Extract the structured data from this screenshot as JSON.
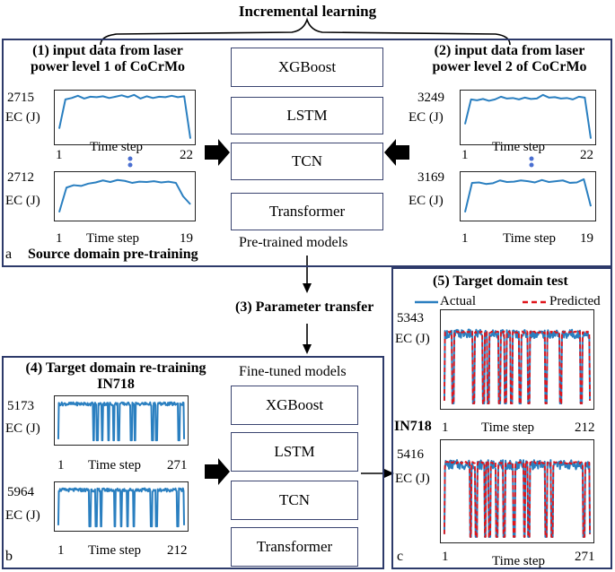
{
  "header": {
    "title": "Incremental learning"
  },
  "panel_a": {
    "letter": "a",
    "footer": "Source domain pre-training",
    "left_title_1": "(1) input data from laser",
    "left_title_2": "power level 1 of CoCrMo",
    "right_title_1": "(2) input data from laser",
    "right_title_2": "power level 2 of CoCrMo",
    "models": [
      "XGBoost",
      "LSTM",
      "TCN",
      "Transformer"
    ],
    "models_caption": "Pre-trained models"
  },
  "transfer": {
    "label": "(3) Parameter transfer"
  },
  "panel_b": {
    "letter": "b",
    "title_1": "(4) Target domain re-training",
    "title_2": "IN718",
    "models_caption": "Fine-tuned models",
    "models": [
      "XGBoost",
      "LSTM",
      "TCN",
      "Transformer"
    ]
  },
  "panel_c": {
    "letter": "c",
    "title": "(5) Target domain test",
    "material": "IN718",
    "legend_actual": "Actual",
    "legend_predicted": "Predicted"
  },
  "colors": {
    "series": "#2a7fc0",
    "predicted": "#e0151b",
    "panel_border": "#2d3a6a"
  },
  "chart_data": [
    {
      "type": "line",
      "ylabel": "EC (J)",
      "xlabel": "Time step",
      "ymax_label": "2715",
      "x_start": "1",
      "x_end": "22",
      "values": [
        0.25,
        0.9,
        0.93,
        0.98,
        0.92,
        0.96,
        0.95,
        0.97,
        0.93,
        0.96,
        0.99,
        0.95,
        1.0,
        0.92,
        0.97,
        0.93,
        0.96,
        0.95,
        0.98,
        0.95,
        0.97,
        0.03
      ]
    },
    {
      "type": "line",
      "ylabel": "EC (J)",
      "xlabel": "Time step",
      "ymax_label": "2712",
      "x_start": "1",
      "x_end": "19",
      "values": [
        0.1,
        0.72,
        0.78,
        0.76,
        0.82,
        0.85,
        0.9,
        0.86,
        0.91,
        0.89,
        0.84,
        0.87,
        0.86,
        0.88,
        0.85,
        0.87,
        0.84,
        0.5,
        0.3
      ]
    },
    {
      "type": "line",
      "ylabel": "EC (J)",
      "xlabel": "Time step",
      "ymax_label": "3249",
      "x_start": "1",
      "x_end": "22",
      "values": [
        0.35,
        0.9,
        0.88,
        0.91,
        0.87,
        0.9,
        0.96,
        0.92,
        0.93,
        0.9,
        0.94,
        0.91,
        0.92,
        1.0,
        0.94,
        0.95,
        0.92,
        0.93,
        0.9,
        0.96,
        0.94,
        0.03
      ]
    },
    {
      "type": "line",
      "ylabel": "EC (J)",
      "xlabel": "Time step",
      "ymax_label": "3169",
      "x_start": "1",
      "x_end": "19",
      "values": [
        0.1,
        0.84,
        0.85,
        0.81,
        0.83,
        0.9,
        0.86,
        0.87,
        0.9,
        0.88,
        0.85,
        0.91,
        0.86,
        0.88,
        0.9,
        0.84,
        0.85,
        0.93,
        0.25
      ]
    },
    {
      "type": "line",
      "ylabel": "EC (J)",
      "xlabel": "Time step",
      "ymax_label": "5173",
      "x_start": "1",
      "x_end": "271",
      "dips": [
        0.28,
        0.31,
        0.35,
        0.4,
        0.44,
        0.48,
        0.58,
        0.61,
        0.75,
        0.78,
        0.96
      ]
    },
    {
      "type": "line",
      "ylabel": "EC (J)",
      "xlabel": "Time step",
      "ymax_label": "5964",
      "x_start": "1",
      "x_end": "212",
      "dips": [
        0.25,
        0.3,
        0.34,
        0.45,
        0.5,
        0.55,
        0.6,
        0.74,
        0.78,
        0.95
      ]
    },
    {
      "type": "line",
      "ylabel": "EC (J)",
      "xlabel": "Time step",
      "ymax_label": "5343",
      "x_start": "1",
      "x_end": "212",
      "series": [
        {
          "name": "Actual"
        },
        {
          "name": "Predicted"
        }
      ],
      "dips": [
        0.06,
        0.2,
        0.27,
        0.3,
        0.38,
        0.42,
        0.46,
        0.52,
        0.58,
        0.7,
        0.8,
        0.94
      ]
    },
    {
      "type": "line",
      "ylabel": "EC (J)",
      "xlabel": "Time step",
      "ymax_label": "5416",
      "x_start": "1",
      "x_end": "271",
      "series": [
        {
          "name": "Actual"
        },
        {
          "name": "Predicted"
        }
      ],
      "dips": [
        0.18,
        0.22,
        0.28,
        0.31,
        0.36,
        0.41,
        0.48,
        0.55,
        0.58,
        0.7,
        0.74,
        0.96
      ]
    }
  ]
}
